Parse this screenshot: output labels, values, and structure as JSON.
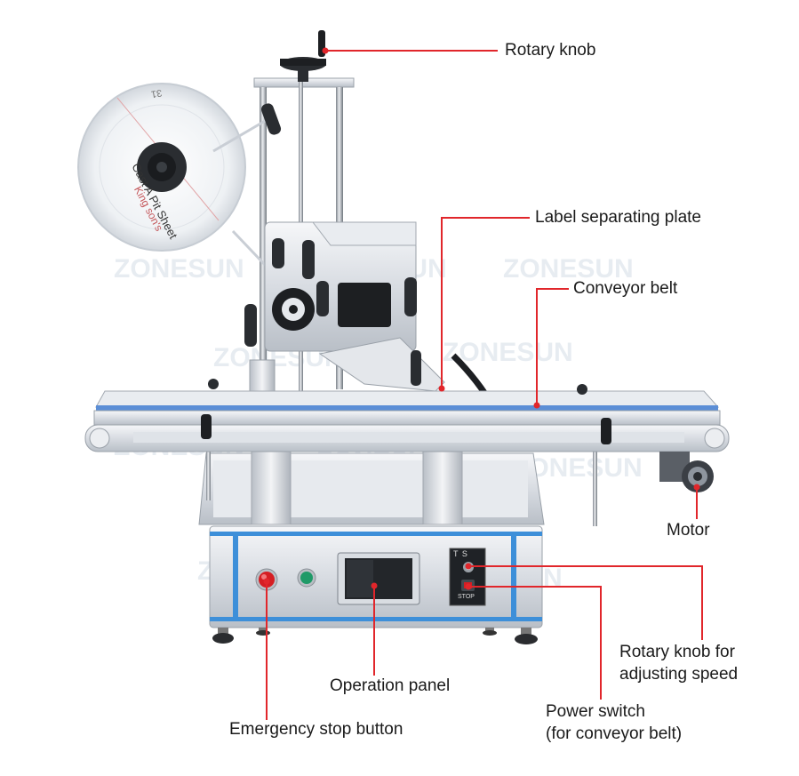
{
  "watermark": "ZONESUN",
  "reel": {
    "text_1": "Cast A Pit Sheet",
    "text_2": "King son's",
    "text_3": "31"
  },
  "speed_panel": {
    "label_top": "T  S",
    "label_stop": "STOP"
  },
  "callouts": {
    "rotary_knob": "Rotary knob",
    "label_separating_plate": "Label separating plate",
    "conveyor_belt": "Conveyor belt",
    "motor": "Motor",
    "rotary_knob_speed_line1": "Rotary knob for",
    "rotary_knob_speed_line2": "adjusting speed",
    "operation_panel": "Operation panel",
    "power_switch_line1": "Power switch",
    "power_switch_line2": "(for conveyor belt)",
    "emergency_stop": "Emergency stop button"
  },
  "colors": {
    "leader_line": "#e1262b",
    "steel_light": "#eef0f3",
    "steel_mid": "#c7ccd3",
    "steel_dark": "#8e959e",
    "blue_trim": "#3d8fd9",
    "belt_blue": "#5b8ed6",
    "black_part": "#1d1f22",
    "estop_red": "#d51e23",
    "start_green": "#1f9a68"
  }
}
